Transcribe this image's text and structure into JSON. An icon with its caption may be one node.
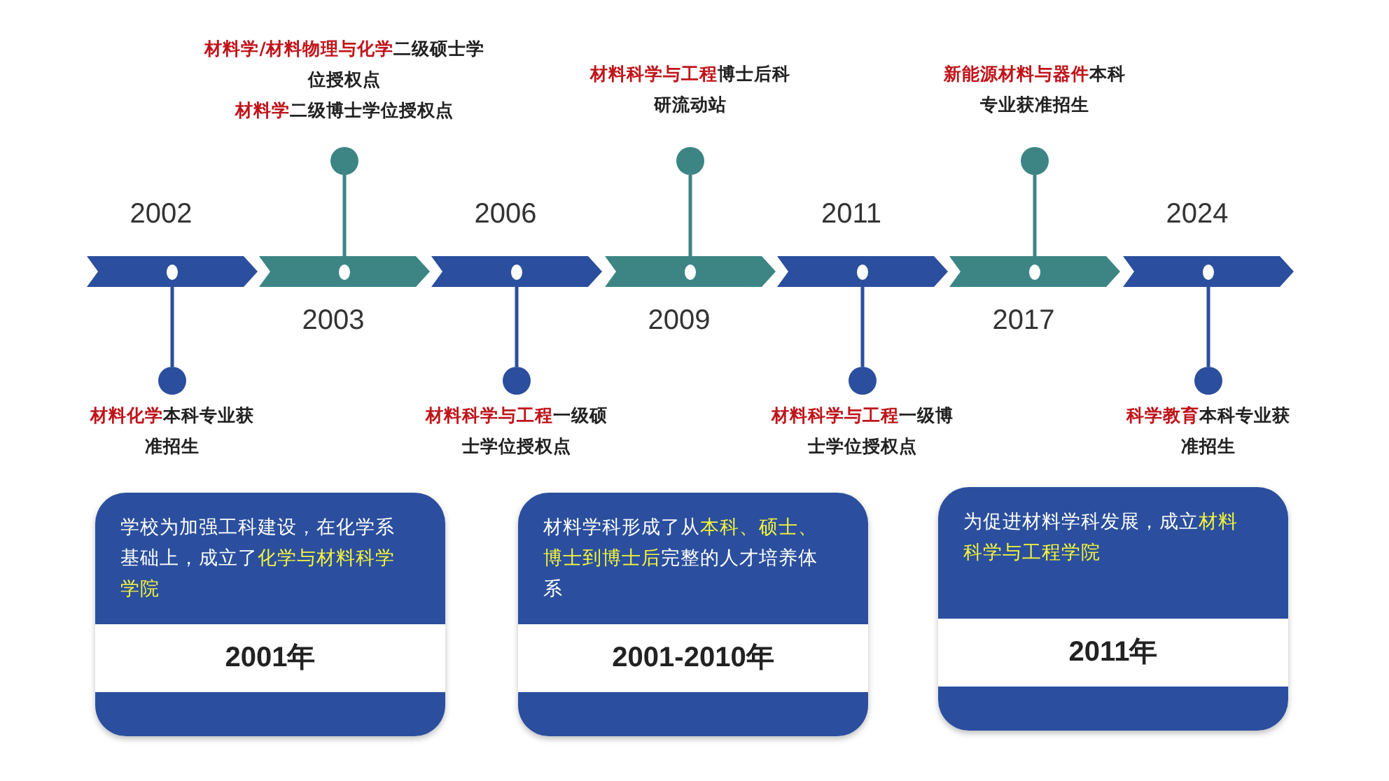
{
  "diagram": {
    "nodes": [
      {
        "text": [],
        "shape": "bar",
        "beside": [
          "2002"
        ]
      },
      {
        "text": [],
        "shape": "bar",
        "beside": [
          "2003"
        ]
      },
      {
        "text": [],
        "shape": "bar",
        "beside": [
          "2006"
        ]
      },
      {
        "text": [],
        "shape": "bar",
        "beside": [
          "2009"
        ]
      },
      {
        "text": [],
        "shape": "bar",
        "beside": [
          "2011"
        ]
      },
      {
        "text": [],
        "shape": "bar",
        "beside": [
          "2017"
        ]
      },
      {
        "text": [],
        "shape": "bar",
        "beside": [
          "2024"
        ]
      },
      {
        "text": [],
        "shape": "circle",
        "beside": [
          "**材料化学**本科专业获准招生"
        ]
      },
      {
        "text": [],
        "shape": "circle",
        "beside": [
          "**材料学/材料物理与化学**二级硕士学位授权点",
          "**材料学**二级博士学位授权点"
        ]
      },
      {
        "text": [],
        "shape": "circle",
        "beside": [
          "**材料科学与工程**一级硕士学位授权点"
        ]
      },
      {
        "text": [],
        "shape": "circle",
        "beside": [
          "**材料科学与工程**博士后科研流动站"
        ]
      },
      {
        "text": [],
        "shape": "circle",
        "beside": [
          "**材料科学与工程**一级博士学位授权点"
        ]
      },
      {
        "text": [],
        "shape": "circle",
        "beside": [
          "**新能源材料与器件**本科专业获准招生"
        ]
      },
      {
        "text": [],
        "shape": "circle",
        "beside": [
          "**科学教育**本科专业获准招生"
        ]
      },
      {
        "text": [
          "学校为加强工科建设，在化学系基础上，成立了**化学与材料科学学院**",
          "2001年"
        ]
      },
      {
        "text": [
          "材料学科形成了从**本科、硕士、博士到博士后**完整的人才培养体系",
          "2001-2010年"
        ]
      },
      {
        "text": [
          "为促进材料学科发展，成立**材料科学与工程学院**",
          "2011年"
        ]
      }
    ],
    "edges": [
      {
        "from": 0,
        "to": 7,
        "arrow": "none"
      },
      {
        "from": 1,
        "to": 8,
        "arrow": "none",
        "color": "#3d8585"
      },
      {
        "from": 2,
        "to": 9,
        "arrow": "none"
      },
      {
        "from": 3,
        "to": 10,
        "arrow": "none",
        "color": "#3d8585"
      },
      {
        "from": 4,
        "to": 11,
        "arrow": "none"
      },
      {
        "from": 5,
        "to": 12,
        "arrow": "none",
        "color": "#3d8585"
      },
      {
        "from": 6,
        "to": 13,
        "arrow": "none"
      }
    ]
  }
}
